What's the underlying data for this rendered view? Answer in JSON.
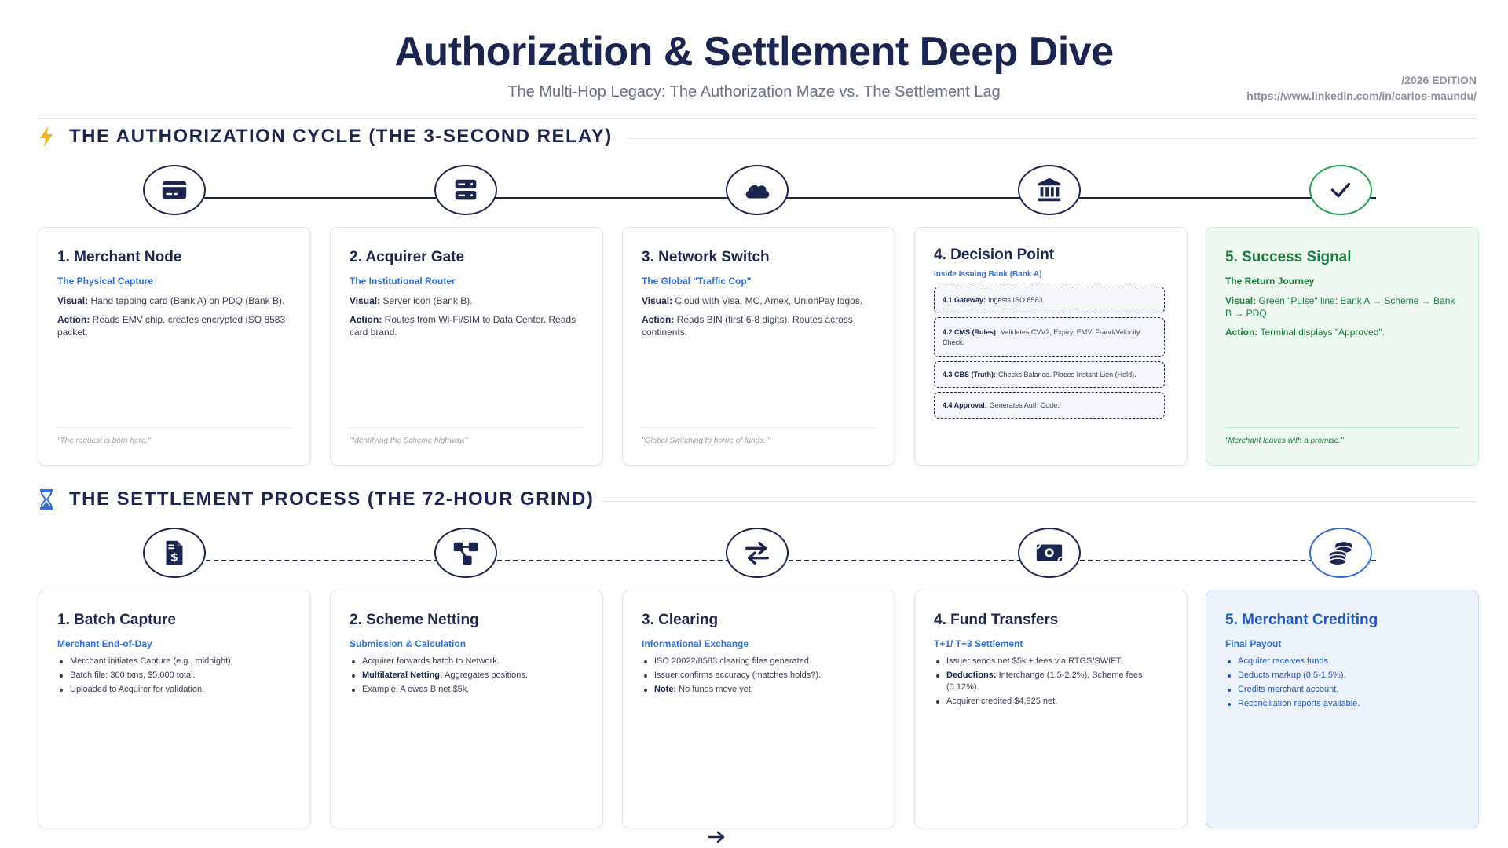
{
  "header": {
    "title": "Authorization & Settlement Deep Dive",
    "subtitle": "The Multi-Hop Legacy: The Authorization Maze vs. The Settlement Lag",
    "edition": "/2026 EDITION",
    "author_link": "https://www.linkedin.com/in/carlos-maundu/"
  },
  "authorization": {
    "section_title": "THE AUTHORIZATION CYCLE (THE 3-SECOND RELAY)",
    "section_icon": "lightning-icon",
    "node_icons": [
      "credit-card-icon",
      "server-icon",
      "cloud-icon",
      "bank-icon",
      "check-icon"
    ],
    "cards": [
      {
        "title": "1. Merchant Node",
        "subtitle": "The Physical Capture",
        "lines": [
          {
            "label": "Visual:",
            "text": "Hand tapping card (Bank A) on PDQ (Bank B)."
          },
          {
            "label": "Action:",
            "text": "Reads EMV chip, creates encrypted ISO 8583 packet."
          }
        ],
        "footer": "\"The request is born here.\""
      },
      {
        "title": "2. Acquirer Gate",
        "subtitle": "The Institutional Router",
        "lines": [
          {
            "label": "Visual:",
            "text": "Server icon (Bank B)."
          },
          {
            "label": "Action:",
            "text": "Routes from Wi-Fi/SIM to Data Center. Reads card brand."
          }
        ],
        "footer": "\"Identifying the Scheme highway.\""
      },
      {
        "title": "3. Network Switch",
        "subtitle": "The Global \"Traffic Cop\"",
        "lines": [
          {
            "label": "Visual:",
            "text": "Cloud with Visa, MC, Amex, UnionPay logos."
          },
          {
            "label": "Action:",
            "text": "Reads BIN (first 6-8 digits). Routes across continents."
          }
        ],
        "footer": "\"Global Switching to home of funds.\""
      },
      {
        "title": "4. Decision Point",
        "subtitle": "Inside Issuing Bank (Bank A)",
        "steps": [
          {
            "label": "4.1 Gateway:",
            "text": "Ingests ISO 8583."
          },
          {
            "label": "4.2 CMS (Rules):",
            "text": "Validates CVV2, Expiry, EMV. Fraud/Velocity Check."
          },
          {
            "label": "4.3 CBS (Truth):",
            "text": "Checks Balance. Places Instant Lien (Hold)."
          },
          {
            "label": "4.4 Approval:",
            "text": "Generates Auth Code."
          }
        ]
      },
      {
        "title": "5. Success Signal",
        "subtitle": "The Return Journey",
        "lines": [
          {
            "label": "Visual:",
            "text": "Green \"Pulse\" line: Bank A → Scheme → Bank B → PDQ."
          },
          {
            "label": "Action:",
            "text": "Terminal displays \"Approved\"."
          }
        ],
        "footer": "\"Merchant leaves with a promise.\""
      }
    ]
  },
  "settlement": {
    "section_title": "THE SETTLEMENT PROCESS (THE 72-HOUR GRIND)",
    "section_icon": "hourglass-icon",
    "node_icons": [
      "invoice-dollar-icon",
      "network-nodes-icon",
      "exchange-arrows-icon",
      "money-bill-icon",
      "coins-stack-icon"
    ],
    "cards": [
      {
        "title": "1. Batch Capture",
        "subtitle": "Merchant End-of-Day",
        "items": [
          {
            "label": "",
            "text": "Merchant initiates Capture (e.g., midnight)."
          },
          {
            "label": "",
            "text": "Batch file: 300 txns, $5,000 total."
          },
          {
            "label": "",
            "text": "Uploaded to Acquirer for validation."
          }
        ]
      },
      {
        "title": "2. Scheme Netting",
        "subtitle": "Submission & Calculation",
        "items": [
          {
            "label": "",
            "text": "Acquirer forwards batch to Network."
          },
          {
            "label": "Multilateral Netting:",
            "text": "Aggregates positions."
          },
          {
            "label": "",
            "text": "Example: A owes B net $5k."
          }
        ]
      },
      {
        "title": "3. Clearing",
        "subtitle": "Informational Exchange",
        "items": [
          {
            "label": "",
            "text": "ISO 20022/8583 clearing files generated."
          },
          {
            "label": "",
            "text": "Issuer confirms accuracy (matches holds?)."
          },
          {
            "label": "Note:",
            "text": "No funds move yet."
          }
        ]
      },
      {
        "title": "4. Fund Transfers",
        "subtitle": "T+1/ T+3 Settlement",
        "items": [
          {
            "label": "",
            "text": "Issuer sends net $5k + fees via RTGS/SWIFT."
          },
          {
            "label": "Deductions:",
            "text": "Interchange (1.5-2.2%), Scheme fees (0.12%)."
          },
          {
            "label": "",
            "text": "Acquirer credited $4,925 net."
          }
        ]
      },
      {
        "title": "5. Merchant Crediting",
        "subtitle": "Final Payout",
        "items": [
          {
            "label": "",
            "text": "Acquirer receives funds."
          },
          {
            "label": "",
            "text": "Deducts markup (0.5-1.5%)."
          },
          {
            "label": "",
            "text": "Credits merchant account."
          },
          {
            "label": "",
            "text": "Reconciliation reports available."
          }
        ]
      }
    ]
  },
  "footer_icon": "arrow-right-icon"
}
